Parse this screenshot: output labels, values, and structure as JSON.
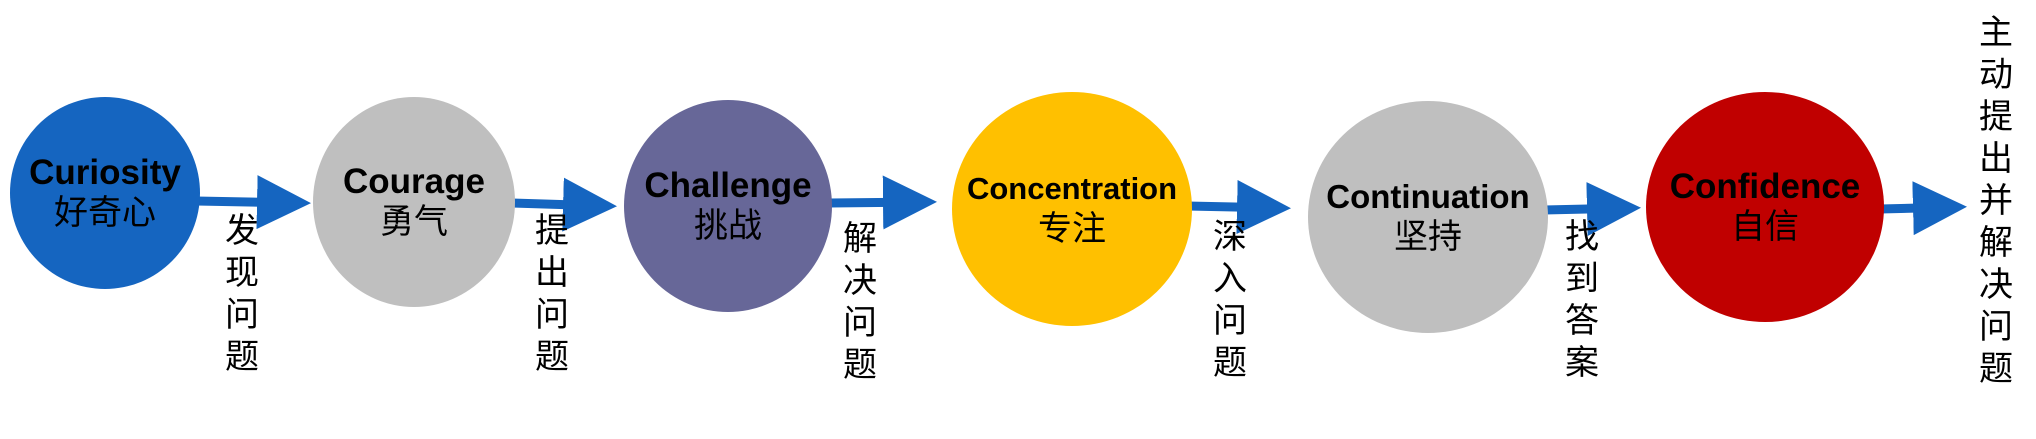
{
  "stages": [
    {
      "en": "Curiosity",
      "zh": "好奇心",
      "color": "#1565C0"
    },
    {
      "en": "Courage",
      "zh": "勇气",
      "color": "#BFBFBF"
    },
    {
      "en": "Challenge",
      "zh": "挑战",
      "color": "#676798"
    },
    {
      "en": "Concentration",
      "zh": "专注",
      "color": "#FFC000"
    },
    {
      "en": "Continuation",
      "zh": "坚持",
      "color": "#BFBFBF"
    },
    {
      "en": "Confidence",
      "zh": "自信",
      "color": "#C00000"
    }
  ],
  "transitions": [
    "发现问题",
    "提出问题",
    "解决问题",
    "深入问题",
    "找到答案",
    "主动提出并解决问题"
  ],
  "arrow_color": "#1565C0"
}
